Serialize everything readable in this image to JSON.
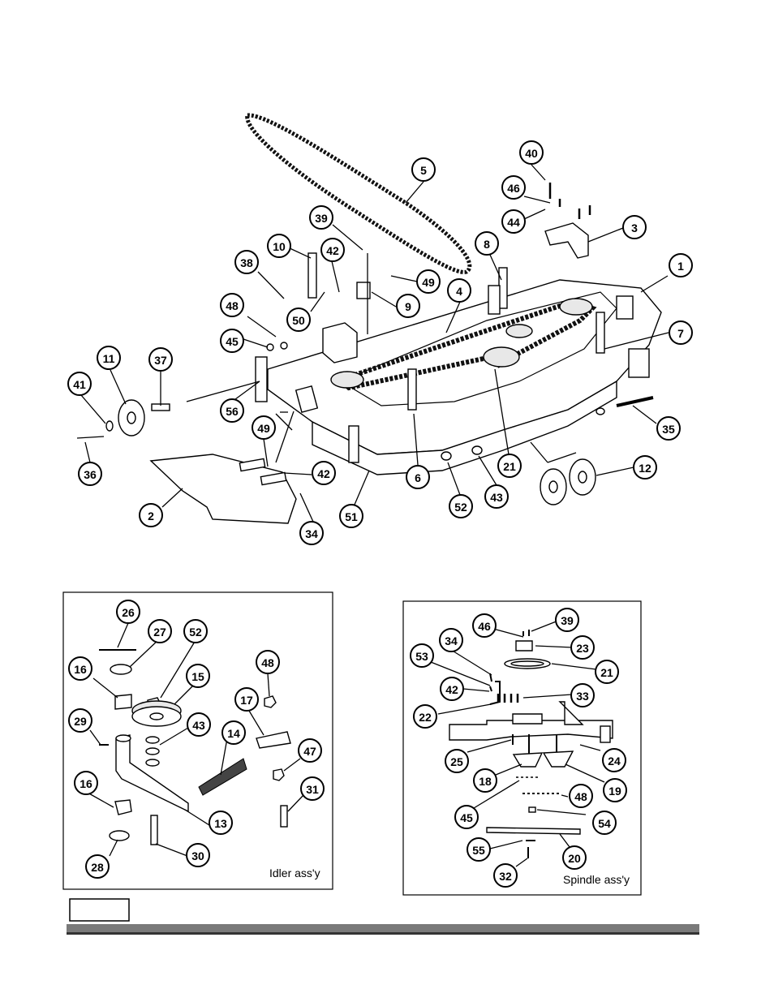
{
  "labels": {
    "idler_caption": "Idler ass'y",
    "spindle_caption": "Spindle ass'y"
  },
  "main_callouts": [
    "5",
    "40",
    "46",
    "44",
    "3",
    "39",
    "10",
    "42",
    "8",
    "38",
    "49",
    "1",
    "4",
    "9",
    "50",
    "48",
    "45",
    "7",
    "11",
    "37",
    "41",
    "56",
    "49",
    "42",
    "36",
    "2",
    "34",
    "51",
    "6",
    "52",
    "43",
    "21",
    "12",
    "35"
  ],
  "idler_callouts": [
    "26",
    "27",
    "52",
    "48",
    "16",
    "15",
    "17",
    "29",
    "43",
    "14",
    "47",
    "16",
    "31",
    "13",
    "28",
    "30"
  ],
  "spindle_callouts": [
    "46",
    "39",
    "34",
    "23",
    "53",
    "21",
    "42",
    "33",
    "22",
    "25",
    "24",
    "18",
    "19",
    "48",
    "45",
    "54",
    "20",
    "55",
    "32"
  ],
  "page_badge": ""
}
